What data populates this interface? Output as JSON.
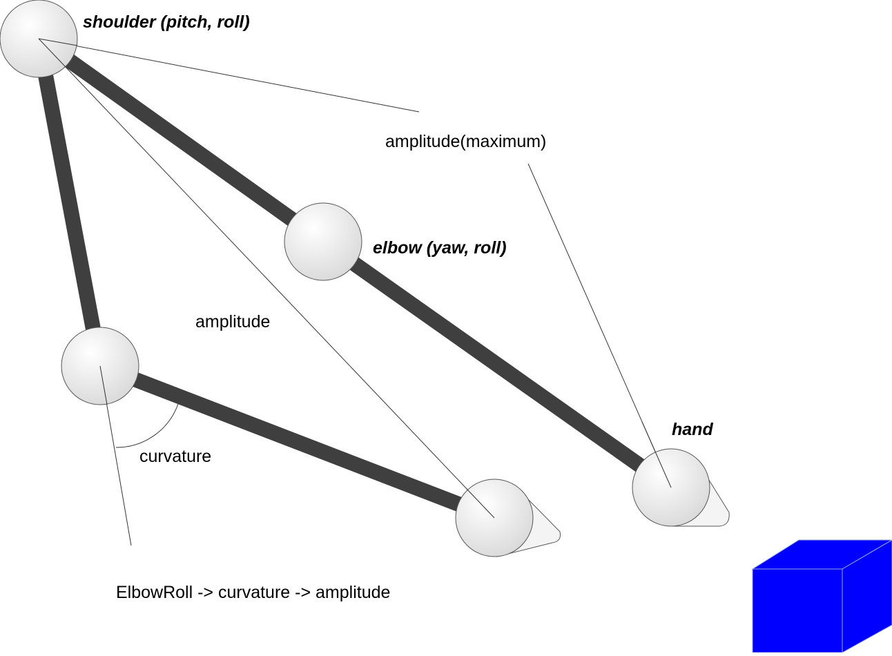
{
  "diagram": {
    "labels": {
      "shoulder": "shoulder (pitch, roll)",
      "elbow": "elbow (yaw, roll)",
      "hand": "hand",
      "amplitude_max": "amplitude(maximum)",
      "amplitude": "amplitude",
      "curvature": "curvature",
      "chain": "ElbowRoll -> curvature -> amplitude"
    },
    "colors": {
      "link": "#3f3f3f",
      "joint_fill_light": "#ffffff",
      "joint_fill_dark": "#dcdcdc",
      "joint_stroke": "#555555",
      "thin_line": "#333333",
      "cube_fill": "#0000ff",
      "cube_edge": "#9aa6d6"
    }
  }
}
